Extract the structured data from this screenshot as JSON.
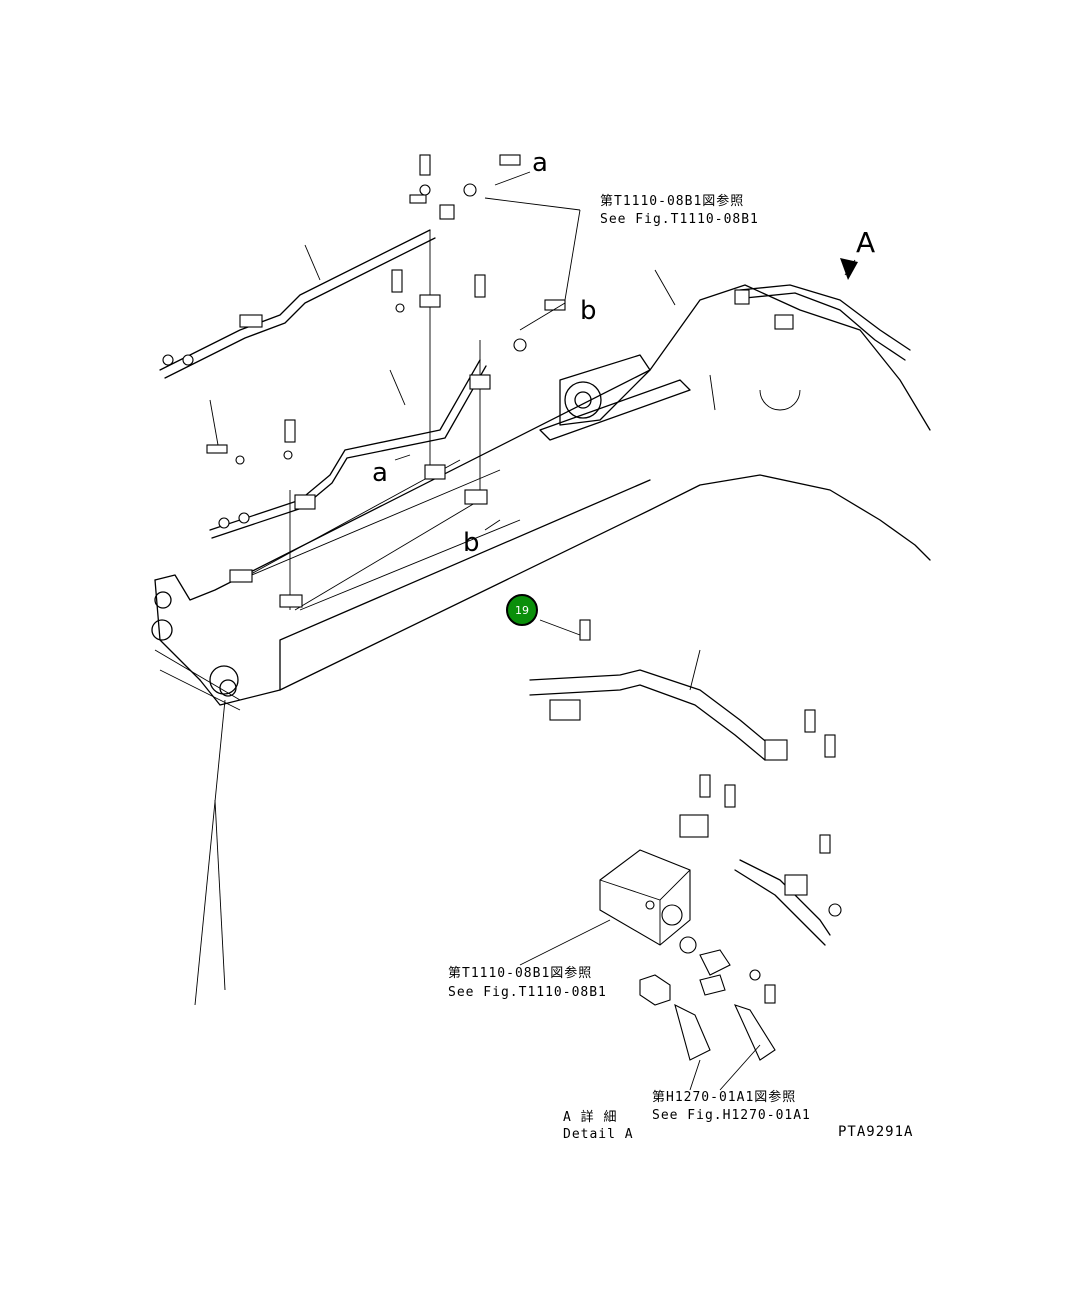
{
  "references": {
    "top_ref_jp": "第T1110-08B1図参照",
    "top_ref_en": "See Fig.T1110-08B1",
    "mid_ref_jp": "第T1110-08B1図参照",
    "mid_ref_en": "See Fig.T1110-08B1",
    "bottom_ref_jp": "第H1270-01A1図参照",
    "bottom_ref_en": "See Fig.H1270-01A1"
  },
  "markers": {
    "a_top": "a",
    "b_top": "b",
    "a_mid": "a",
    "b_mid": "b",
    "view_A": "A"
  },
  "detail": {
    "jp": "A 詳 細",
    "en": "Detail A"
  },
  "drawing_code": "PTA9291A",
  "callout": {
    "number": "19",
    "color": "#0a8f0a"
  }
}
